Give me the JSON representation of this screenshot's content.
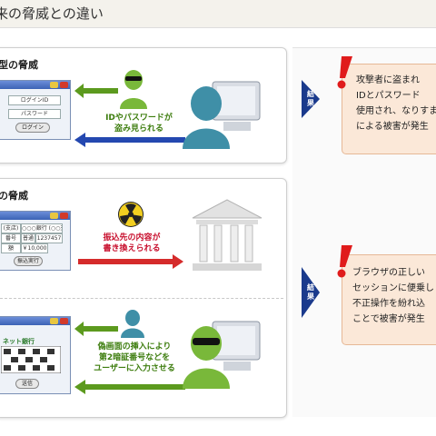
{
  "page_title": "来の脅威との違い",
  "sections": [
    {
      "title": "型の脅威",
      "login_window": {
        "id_label": "ログインID",
        "pw_label": "パスワード",
        "login_button": "ログイン"
      },
      "caption_lines": [
        "IDやパスワードが",
        "盗み見られる"
      ]
    },
    {
      "title": "の脅威",
      "transfer_window": {
        "rows": [
          [
            "(支店)",
            "○○○銀行 (○○支店)"
          ],
          [
            "番号",
            "普通",
            "1237457"
          ],
          [
            "額",
            "￥10,000"
          ]
        ],
        "button": "振込実行"
      },
      "caption_lines": [
        "振込先の内容が",
        "書き換えられる"
      ]
    },
    {
      "phishing_window": {
        "header": "ネット銀行",
        "button": "送信"
      },
      "caption_lines": [
        "偽画面の挿入により",
        "第2暗証番号などを",
        "ユーザーに入力させる"
      ]
    }
  ],
  "results": [
    {
      "label": "結果",
      "lines": [
        "攻撃者に盗まれ",
        "IDとパスワード",
        "使用され、なりすま",
        "による被害が発生"
      ]
    },
    {
      "label": "結果",
      "lines": [
        "ブラウザの正しい",
        "セッションに便乗し",
        "不正操作を紛れ込",
        "ことで被害が発生"
      ]
    }
  ],
  "colors": {
    "green_arrow": "#5c9a1e",
    "blue_arrow": "#2448b0",
    "red_arrow": "#d52b2b",
    "green_caption": "#3d7d0e",
    "red_caption": "#c8102e",
    "result_fill": "#fbe8d8",
    "alert": "#e01b1b"
  },
  "icons": [
    "attacker-icon",
    "user-icon",
    "monitor-icon",
    "malware-icon",
    "bank-icon",
    "alert-icon"
  ]
}
